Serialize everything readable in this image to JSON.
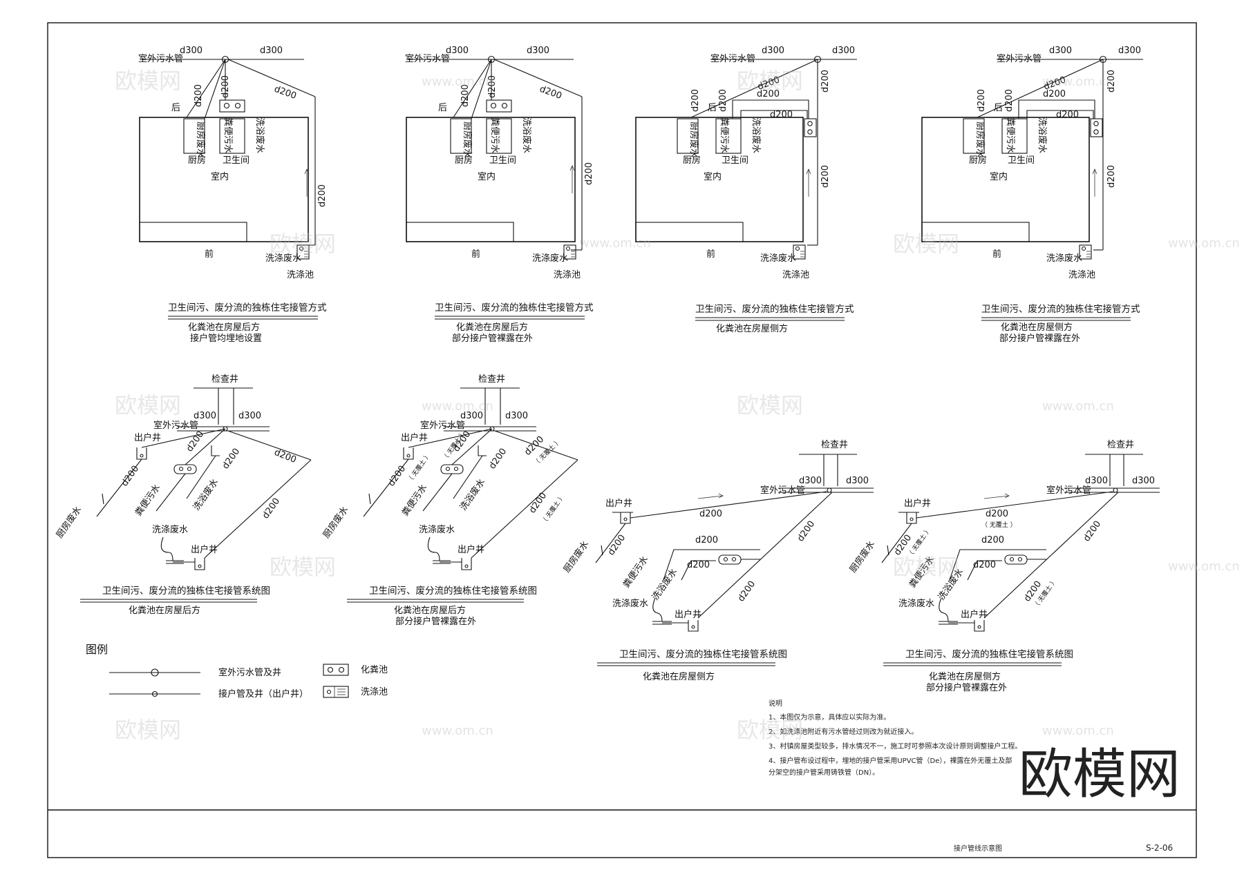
{
  "labels": {
    "outdoor_pipe": "室外污水管",
    "d300": "d300",
    "d200": "d200",
    "back": "后",
    "front": "前",
    "kitchen_waste": "厨房废水",
    "toilet_sewage": "粪便污水",
    "bath_waste": "洗浴废水",
    "kitchen": "厨房",
    "bathroom": "卫生间",
    "indoor": "室内",
    "wash_waste": "洗涤废水",
    "wash_basin": "洗涤池",
    "inspection_well": "检查井",
    "outlet_well": "出户井",
    "no_cover": "（ 无覆土 ）"
  },
  "plans": [
    {
      "title": "卫生间污、废分流的独栋住宅接管方式",
      "sub1": "化粪池在房屋后方",
      "sub2": "接户管均埋地设置"
    },
    {
      "title": "卫生间污、废分流的独栋住宅接管方式",
      "sub1": "化粪池在房屋后方",
      "sub2": "部分接户管裸露在外"
    },
    {
      "title": "卫生间污、废分流的独栋住宅接管方式",
      "sub1": "化粪池在房屋侧方",
      "sub2": ""
    },
    {
      "title": "卫生间污、废分流的独栋住宅接管方式",
      "sub1": "化粪池在房屋侧方",
      "sub2": "部分接户管裸露在外"
    }
  ],
  "systems": [
    {
      "title": "卫生间污、废分流的独栋住宅接管系统图",
      "sub1": "化粪池在房屋后方",
      "sub2": ""
    },
    {
      "title": "卫生间污、废分流的独栋住宅接管系统图",
      "sub1": "化粪池在房屋后方",
      "sub2": "部分接户管裸露在外"
    },
    {
      "title": "卫生间污、废分流的独栋住宅接管系统图",
      "sub1": "化粪池在房屋侧方",
      "sub2": ""
    },
    {
      "title": "卫生间污、废分流的独栋住宅接管系统图",
      "sub1": "化粪池在房屋侧方",
      "sub2": "部分接户管裸露在外"
    }
  ],
  "legend": {
    "title": "图例",
    "items": [
      "室外污水管及井",
      "接户管及井（出户井）",
      "化粪池",
      "洗涤池"
    ]
  },
  "notes": {
    "title": "说明",
    "lines": [
      "1、本图仅为示意，具体应以实际为准。",
      "2、如洗涤池附近有污水管经过则改为就近接入。",
      "3、村镇房屋类型较多，排水情况不一，施工时可参照本次设计原则调整接户工程。",
      "4、接户管布设过程中，埋地的接户管采用UPVC管（De），裸露在外无覆土及部",
      "分架空的接户管采用铸铁管（DN）。"
    ]
  },
  "titleblock": {
    "drawing_name": "接户管线示意图",
    "drawing_no": "S-2-06"
  },
  "watermark": {
    "brand": "欧模网",
    "url": "www.om.cn"
  }
}
